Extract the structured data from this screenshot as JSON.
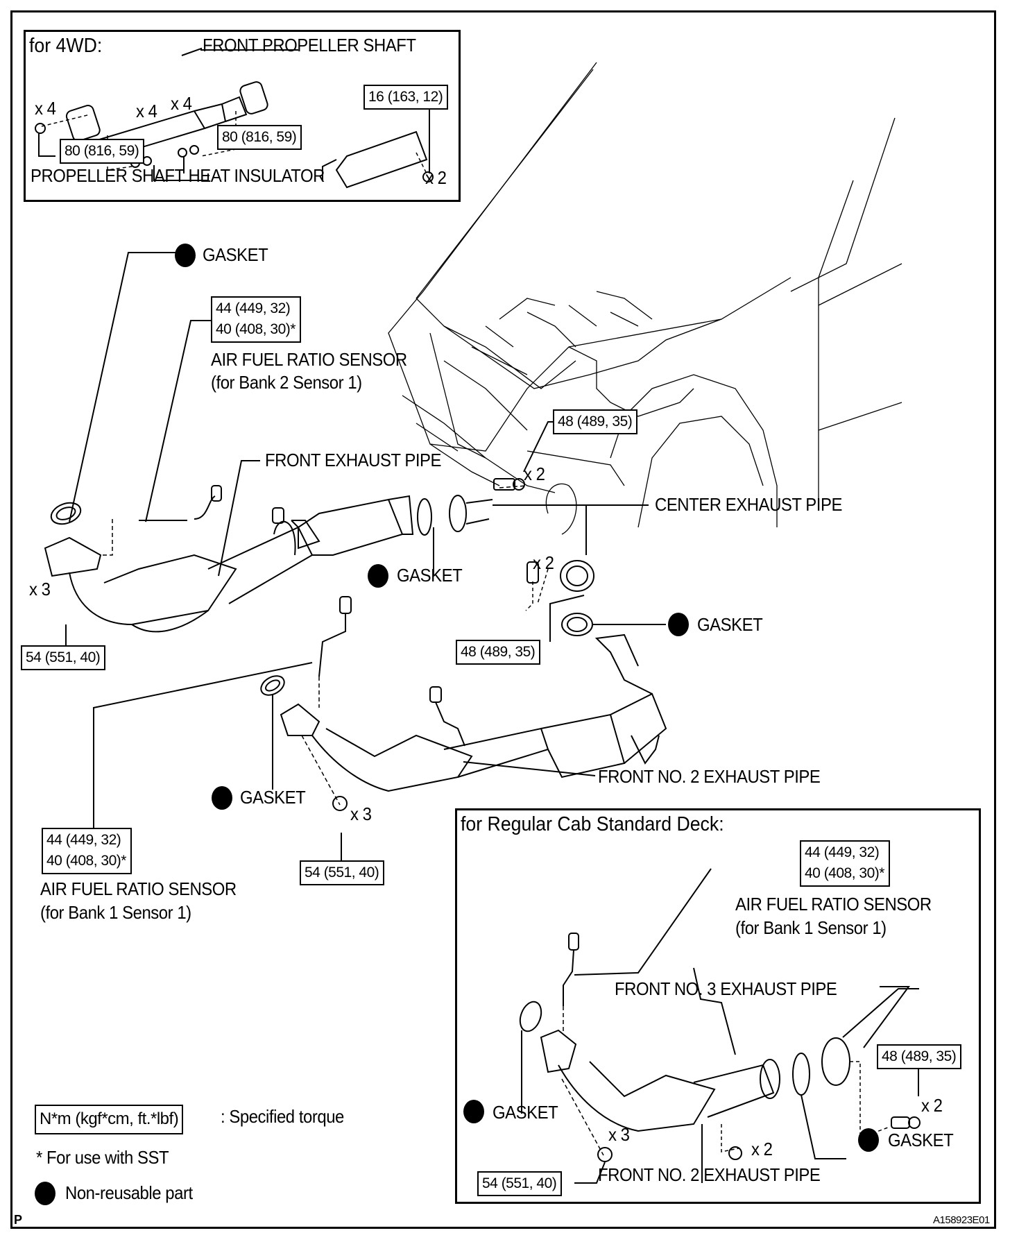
{
  "diagram": {
    "title_4wd": "for 4WD:",
    "title_regular_cab": "for Regular Cab Standard Deck:",
    "figure_id": "A158923E01",
    "corner_mark": "P"
  },
  "box_4wd": {
    "front_propeller_shaft": "FRONT PROPELLER SHAFT",
    "heat_insulator": "PROPELLER SHAFT HEAT INSULATOR",
    "qty_bolts_left": "x 4",
    "qty_nuts_mid": "x 4",
    "qty_nuts_right": "x 4",
    "qty_insulator_bolts": "x 2",
    "torque_shaft_left": "80 (816, 59)",
    "torque_shaft_right": "80 (816, 59)",
    "torque_insulator": "16 (163, 12)"
  },
  "main": {
    "gasket_top": "GASKET",
    "afr_bank2_torque": [
      "44 (449, 32)",
      "40 (408, 30)*"
    ],
    "afr_bank2_name": "AIR FUEL RATIO SENSOR",
    "afr_bank2_sub": "(for Bank 2 Sensor 1)",
    "front_exhaust_pipe": "FRONT EXHAUST PIPE",
    "torque_center_upper": "48 (489, 35)",
    "qty_center_upper": "x 2",
    "center_exhaust_pipe": "CENTER EXHAUST PIPE",
    "gasket_mid": "GASKET",
    "qty_center_lower": "x 2",
    "torque_center_lower": "48 (489, 35)",
    "gasket_right": "GASKET",
    "qty_front_nuts": "x 3",
    "torque_front_nuts": "54 (551, 40)",
    "gasket_lower": "GASKET",
    "qty_no2_nuts": "x 3",
    "torque_no2_nuts": "54 (551, 40)",
    "front_no2_exhaust_pipe": "FRONT NO. 2 EXHAUST PIPE",
    "afr_bank1_torque": [
      "44 (449, 32)",
      "40 (408, 30)*"
    ],
    "afr_bank1_name": "AIR FUEL RATIO SENSOR",
    "afr_bank1_sub": "(for Bank 1 Sensor 1)"
  },
  "box_regular_cab": {
    "afr_torque": [
      "44 (449, 32)",
      "40 (408, 30)*"
    ],
    "afr_name": "AIR FUEL RATIO SENSOR",
    "afr_sub": "(for Bank 1 Sensor 1)",
    "front_no3_exhaust_pipe": "FRONT NO. 3 EXHAUST PIPE",
    "torque_no3": "48 (489, 35)",
    "qty_no3_bolts": "x 2",
    "gasket_left": "GASKET",
    "gasket_right": "GASKET",
    "qty_nuts": "x 3",
    "torque_nuts": "54 (551, 40)",
    "qty_no2_nuts": "x 2",
    "front_no2_exhaust_pipe": "FRONT NO. 2 EXHAUST PIPE"
  },
  "legend": {
    "torque_unit": "N*m (kgf*cm, ft.*lbf)",
    "torque_desc": ": Specified torque",
    "sst_note": "* For use with SST",
    "non_reusable": "Non-reusable part"
  }
}
